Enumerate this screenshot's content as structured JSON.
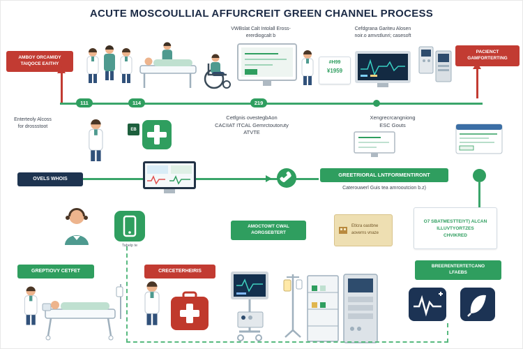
{
  "title": "ACUTE MOSCOULLIAL AFFURCREIT GREEN CHANNEL PROCESS",
  "colors": {
    "green": "#2f9e5f",
    "red": "#c23b32",
    "navy": "#1e3450",
    "tan": "#eedfb2"
  },
  "header": {
    "left_badge": {
      "line1": "AMBOY ORCAMIDY",
      "line2": "TAIQOCE EAITHY"
    },
    "right_badge": {
      "line1": "PACIENCT",
      "line2": "GAMFORTERTING"
    }
  },
  "captions": {
    "monitor1": {
      "line1": "VWBslat Calt Intolall Eross-",
      "line2": "ererdiogcalt b"
    },
    "monitor2": {
      "line1": "Cefdgrana Gariteu Alosen",
      "line2": "noir.o amvstlunri; casesoft"
    }
  },
  "price_tag": {
    "code": "#H99",
    "amount": "¥1959"
  },
  "timeline": {
    "markers": [
      {
        "label": "111"
      },
      {
        "label": "114"
      },
      {
        "label": "219"
      }
    ]
  },
  "row2": {
    "left_text": {
      "line1": "Enterteoly Alcoss",
      "line2": "for drossstoot"
    },
    "eb_tag": "EB",
    "center_text": {
      "line1": "Cetfgnis ovestegbAon",
      "line2": "CACIIAT ITCAL Gemrctoutoruty",
      "line3": "ATVTE"
    },
    "right_text": {
      "line1": "Xengrecrcangniong",
      "line2": "ESC Gouts"
    }
  },
  "row3": {
    "navy_badge": "OVELS WHOIS",
    "green_badge": "GREETRIORAL LNTFORMENTIRONT",
    "sub_text": "Caterouwerl Guis tea amrooutcion b.z)"
  },
  "row4": {
    "phone_caption": "Tabelp te",
    "green_badge": {
      "line1": "AMOCTOWT CWAL",
      "line2": "AORGSEBTERT"
    },
    "tan_box": {
      "line1": "Etlcra oastbne",
      "line2": "aoverns vnaze"
    },
    "white_box": {
      "line1": "O7 SBATMESTTEIYT) ALCAN",
      "line2": "ILLUVTYORTZES",
      "line3": "CHVIKRED"
    }
  },
  "row5": {
    "green_badge_left": "GREPTIOVY CETFET",
    "red_badge": "CRECETERHEIRIS",
    "green_badge_right": {
      "line1": "BREERENTERTETCANO",
      "line2": "LFAEBS"
    }
  },
  "icons": [
    {
      "name": "first-aid-icon",
      "glyph": "white cross on green rounded square"
    },
    {
      "name": "phone-icon",
      "glyph": "white phone outline on green rounded square"
    },
    {
      "name": "contact-circle-icon",
      "glyph": "white handset in green circle"
    },
    {
      "name": "ecg-tile-icon",
      "glyph": "white heartbeat trace on navy tile"
    },
    {
      "name": "paddle-tile-icon",
      "glyph": "white paddle shape on navy tile"
    },
    {
      "name": "up-arrow-left-icon",
      "glyph": "red arrow up"
    },
    {
      "name": "up-arrow-right-icon",
      "glyph": "red arrow up"
    },
    {
      "name": "building-icon",
      "glyph": "small brown building"
    }
  ]
}
